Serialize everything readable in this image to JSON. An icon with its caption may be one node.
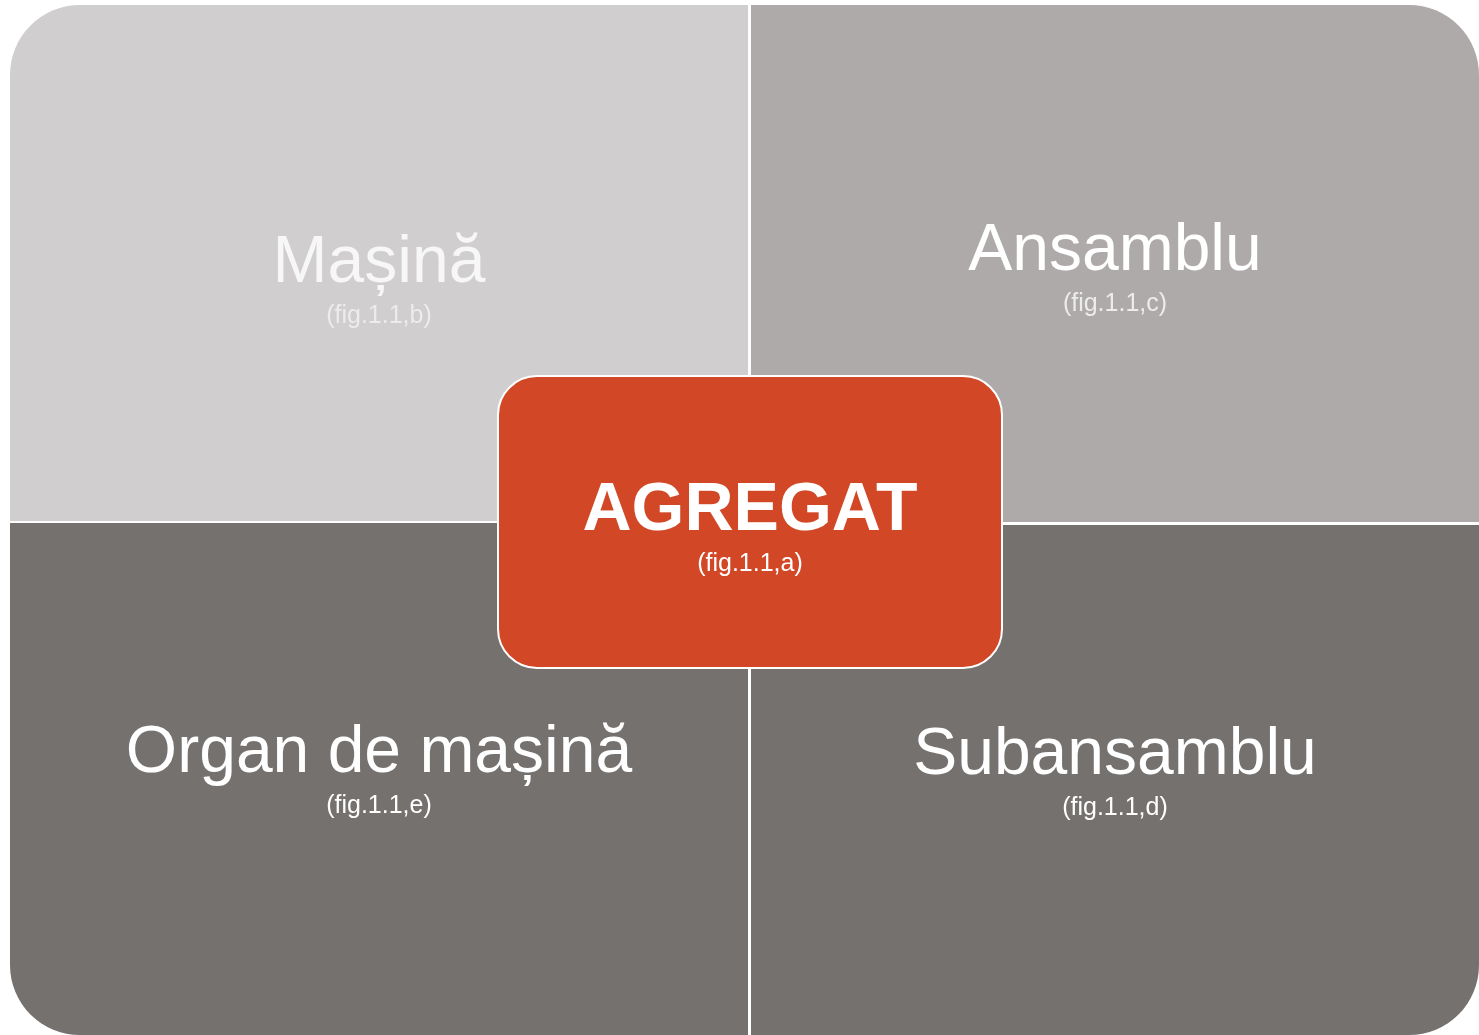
{
  "diagram": {
    "nodes": [
      {
        "text": [
          "Mașină",
          "(fig.1.1,b)"
        ]
      },
      {
        "text": [
          "Ansamblu",
          "(fig.1.1,c)"
        ]
      },
      {
        "text": [
          "AGREGAT",
          "(fig.1.1,a)"
        ]
      },
      {
        "text": [
          "Organ de mașină",
          "(fig.1.1,e)"
        ]
      },
      {
        "text": [
          "Subansamblu",
          "(fig.1.1,d)"
        ]
      }
    ]
  }
}
